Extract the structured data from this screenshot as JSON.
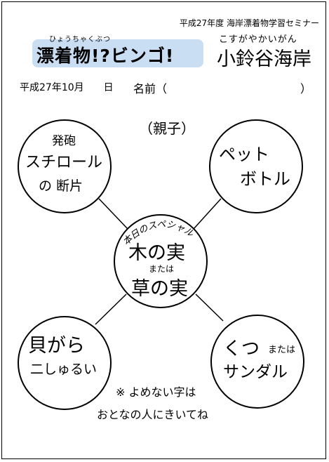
{
  "header": {
    "seminar": "平成27年度 海岸漂着物学習セミナー",
    "title_ruby": "ひょうちゃくぶつ",
    "title": "漂着物!?ビンゴ!",
    "location_ruby": "こすがやかいがん",
    "location": "小鈴谷海岸"
  },
  "form": {
    "date": "平成27年10月　　日",
    "name_label": "名前（",
    "name_close": "）"
  },
  "group": "（親子）",
  "cells": {
    "top_left": {
      "line1": "発砲",
      "line2": "スチロール",
      "line3": "の 断片"
    },
    "top_right": {
      "line1": "ペット",
      "line2": "ボトル"
    },
    "center": {
      "curve": "本日のスペシャル",
      "line1": "木の実",
      "or": "または",
      "line2": "草の実"
    },
    "bottom_left": {
      "line1": "貝がら",
      "line2": "二しゅるい"
    },
    "bottom_right": {
      "line1": "くつ",
      "or": "または",
      "line2": "サンダル"
    }
  },
  "note": {
    "line1": "※ よめない字は",
    "line2": "おとなの人にきいてね"
  }
}
